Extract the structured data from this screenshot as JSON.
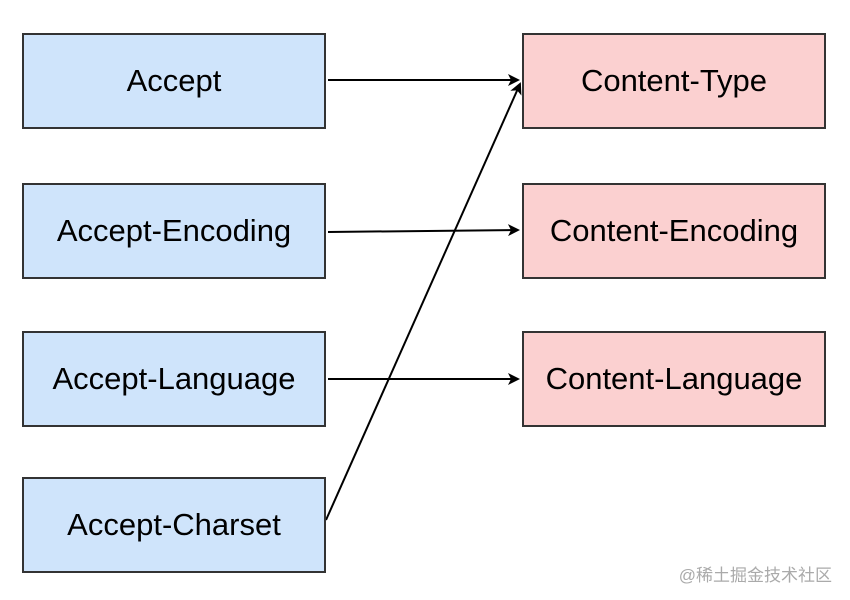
{
  "request_headers": [
    {
      "label": "Accept"
    },
    {
      "label": "Accept-Encoding"
    },
    {
      "label": "Accept-Language"
    },
    {
      "label": "Accept-Charset"
    }
  ],
  "response_headers": [
    {
      "label": "Content-Type"
    },
    {
      "label": "Content-Encoding"
    },
    {
      "label": "Content-Language"
    }
  ],
  "connections": [
    {
      "from": "Accept",
      "to": "Content-Type"
    },
    {
      "from": "Accept-Encoding",
      "to": "Content-Encoding"
    },
    {
      "from": "Accept-Language",
      "to": "Content-Language"
    },
    {
      "from": "Accept-Charset",
      "to": "Content-Type"
    }
  ],
  "colors": {
    "request_fill": "#cfe4fb",
    "response_fill": "#fbd0d0",
    "stroke": "#333333",
    "arrow": "#000000"
  },
  "watermark": "@稀土掘金技术社区"
}
